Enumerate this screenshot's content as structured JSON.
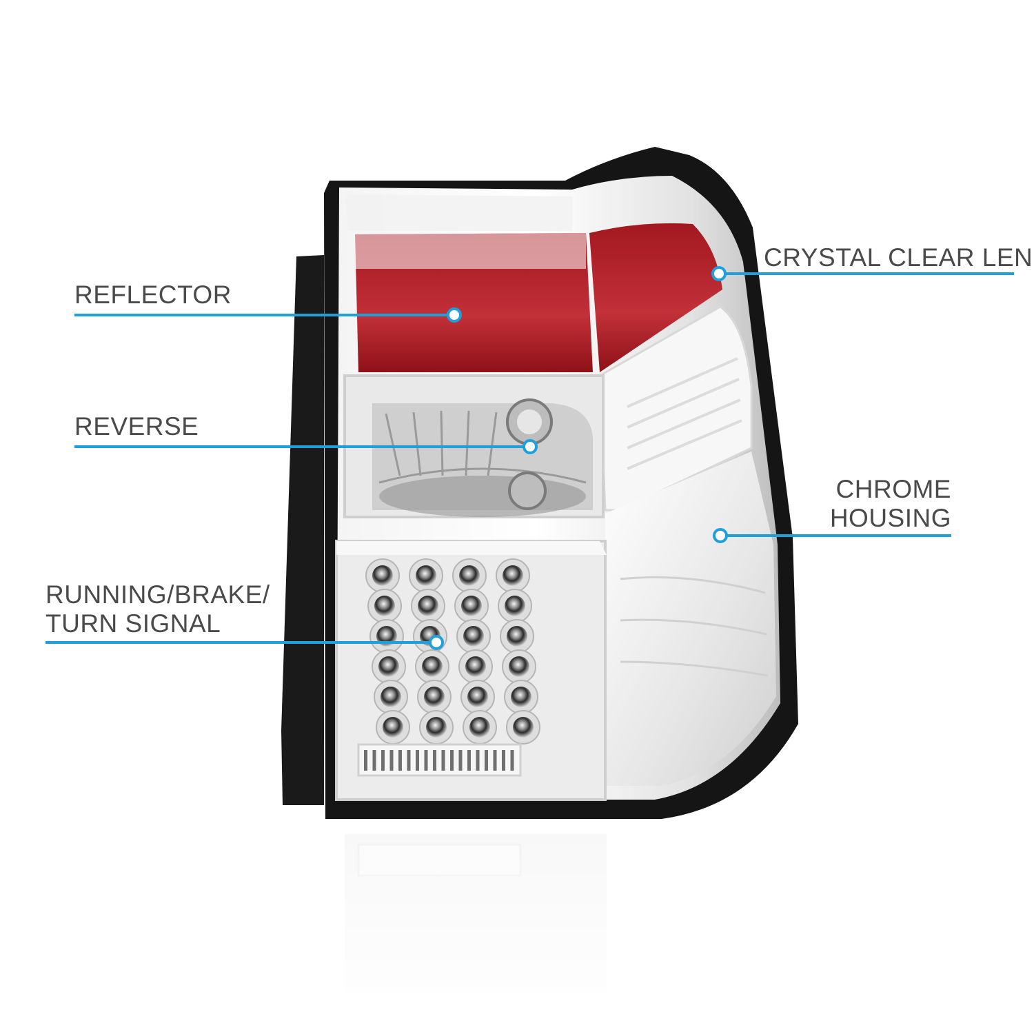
{
  "accent_color": "#1fa0da",
  "label_color": "#4a4a4a",
  "callouts": {
    "reflector": {
      "text": "REFLECTOR",
      "icon": "callout-dot-icon"
    },
    "reverse": {
      "text": "REVERSE",
      "icon": "callout-dot-icon"
    },
    "running": {
      "line1": "RUNNING/BRAKE/",
      "line2": "TURN SIGNAL",
      "icon": "callout-dot-icon"
    },
    "lens": {
      "text": "CRYSTAL CLEAR LENS",
      "icon": "callout-dot-icon"
    },
    "housing": {
      "line1": "CHROME",
      "line2": "HOUSING",
      "icon": "callout-dot-icon"
    }
  }
}
